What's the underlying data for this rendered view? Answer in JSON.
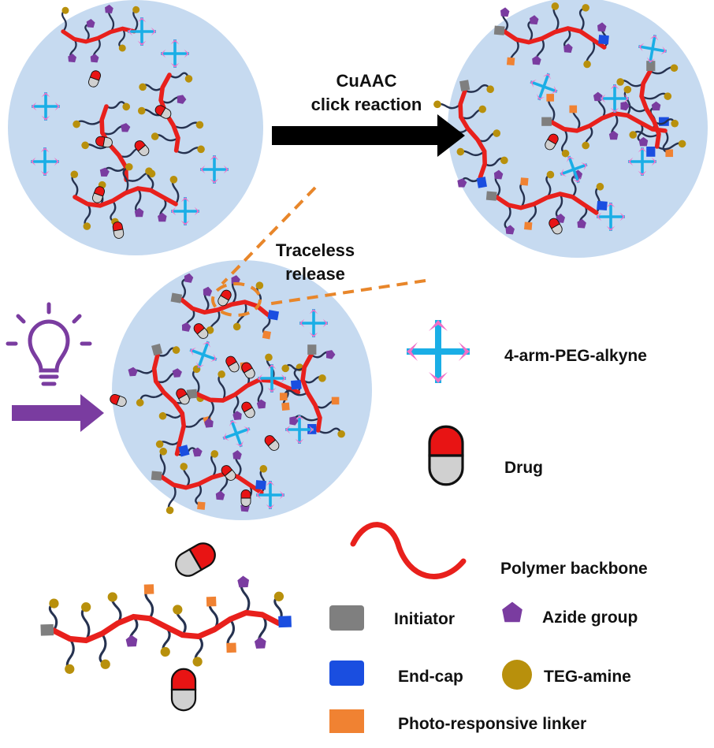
{
  "reaction": {
    "line1": "CuAAC",
    "line2": "click reaction"
  },
  "release": {
    "line1": "Traceless",
    "line2": "release"
  },
  "legend": {
    "crosslinker": "4-arm-PEG-alkyne",
    "drug": "Drug",
    "backbone": "Polymer backbone",
    "initiator": "Initiator",
    "azide": "Azide group",
    "endcap": "End-cap",
    "teg": "TEG-amine",
    "linker": "Photo-responsive linker"
  },
  "colors": {
    "particle": "#c6daf0",
    "backbone": "#e8201c",
    "sidechain": "#263250",
    "crosslinker": "#1aaee6",
    "alkyne": "#f070c8",
    "azide": "#7a3ca0",
    "teg": "#b8900c",
    "endcap": "#1a4ee0",
    "initiator": "#7f7f7f",
    "linker": "#f08232",
    "drug_top": "#e81414",
    "drug_bottom": "#d0d0d0",
    "light": "#7a3ca0",
    "dash": "#e8862a"
  },
  "icons": [
    "lightbulb-icon",
    "arrow-right-icon"
  ]
}
